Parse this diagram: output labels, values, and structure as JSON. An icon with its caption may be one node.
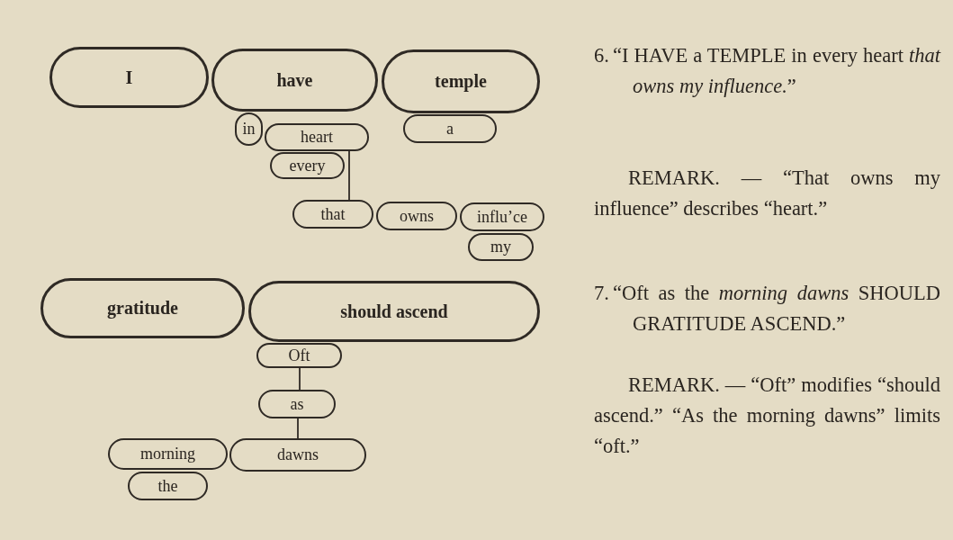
{
  "diagram": {
    "nodes": [
      {
        "text": [
          "I"
        ]
      },
      {
        "text": [
          "have"
        ]
      },
      {
        "text": [
          "temple"
        ]
      },
      {
        "text": [
          "in"
        ]
      },
      {
        "text": [
          "heart"
        ]
      },
      {
        "text": [
          "a"
        ]
      },
      {
        "text": [
          "every"
        ]
      },
      {
        "text": [
          "that"
        ]
      },
      {
        "text": [
          "owns"
        ]
      },
      {
        "text": [
          "influ’ce"
        ]
      },
      {
        "text": [
          "my"
        ]
      },
      {
        "text": [
          "gratitude"
        ]
      },
      {
        "text": [
          "should ascend"
        ]
      },
      {
        "text": [
          "Oft"
        ]
      },
      {
        "text": [
          "as"
        ]
      },
      {
        "text": [
          "morning"
        ]
      },
      {
        "text": [
          "dawns"
        ]
      },
      {
        "text": [
          "the"
        ]
      }
    ],
    "edges": [
      {
        "from": 4,
        "to": 7,
        "arrow": "none"
      },
      {
        "from": 13,
        "to": 14,
        "arrow": "none"
      },
      {
        "from": 14,
        "to": 16,
        "arrow": "none"
      }
    ],
    "labels": [
      "6.",
      "“I HAVE a TEMPLE in every heart *that owns my influence.*”",
      "REMARK. — “That owns my influence” describes “heart.”",
      "7.",
      "“Oft as the *morning dawns* SHOULD GRATITUDE ASCEND.”",
      "REMARK. — “Oft” modifies “should ascend.” “As the morning dawns” limits “oft.”"
    ]
  }
}
